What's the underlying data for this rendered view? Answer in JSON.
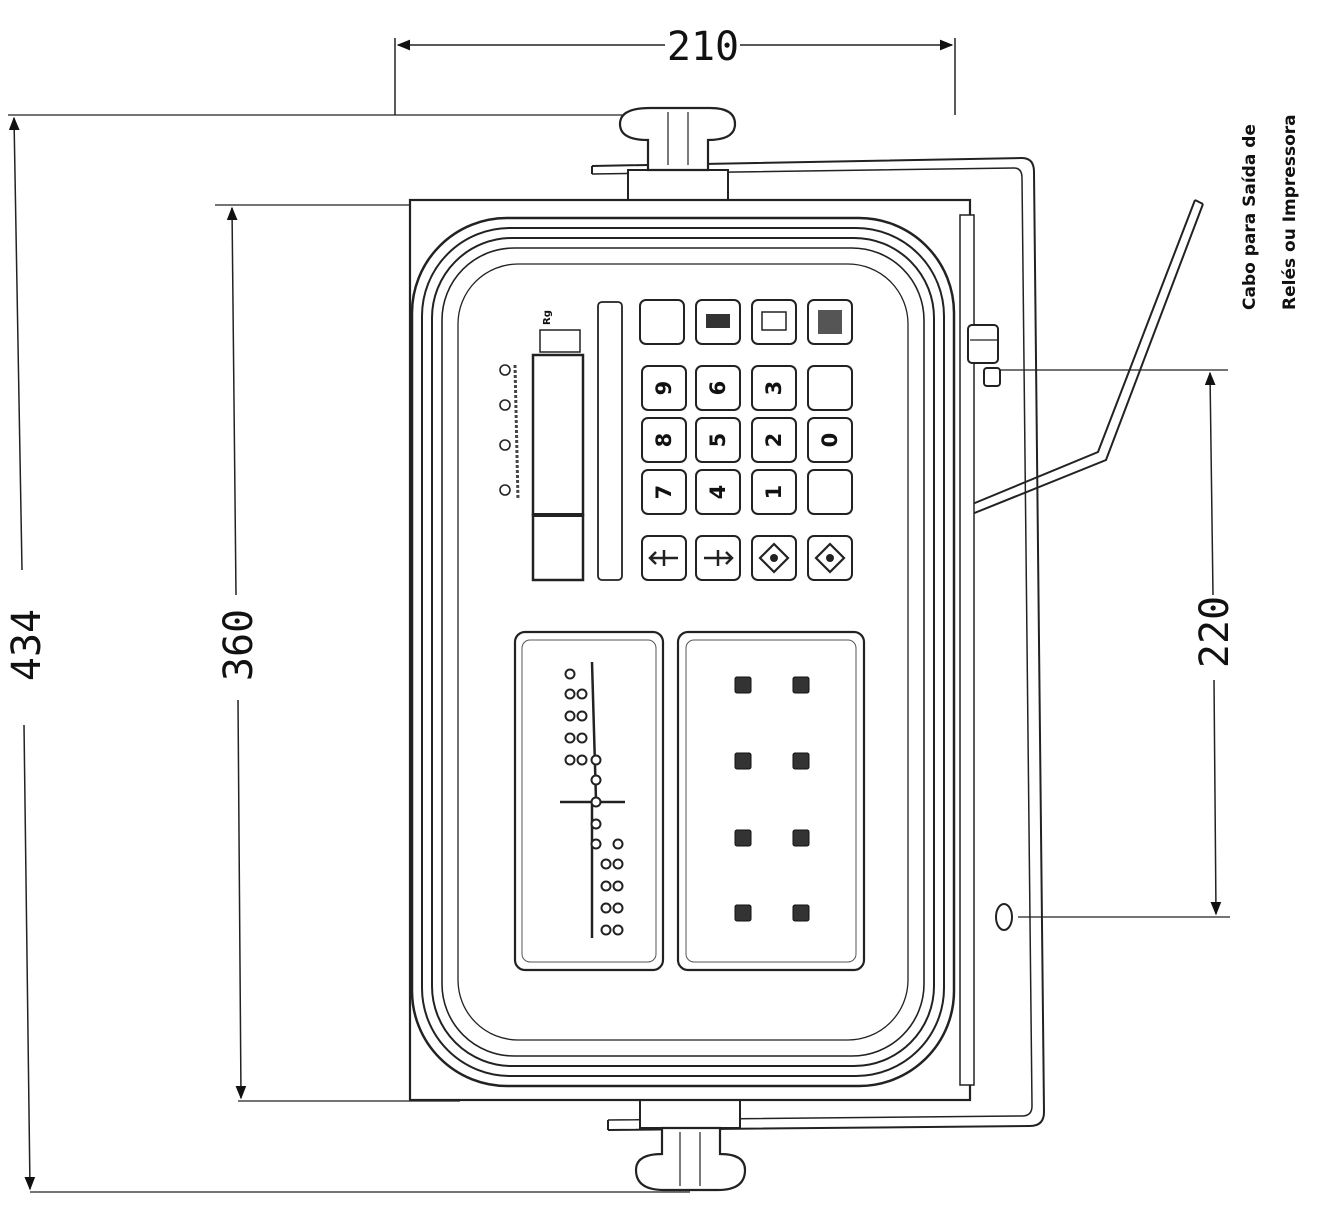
{
  "dimensions": {
    "width": "210",
    "overall_height": "434",
    "body_height": "360",
    "mount_spacing": "220"
  },
  "callout": {
    "line1": "Cabo para Saída de",
    "line2": "Relés ou Impressora"
  },
  "keypad": {
    "column_1": [
      "9",
      "8",
      "7"
    ],
    "column_2": [
      "6",
      "5",
      "4"
    ],
    "column_3": [
      "3",
      "2",
      "1"
    ],
    "column_4": [
      "",
      "0",
      ""
    ]
  },
  "indicator_panel": {
    "small_label": "Rg"
  }
}
